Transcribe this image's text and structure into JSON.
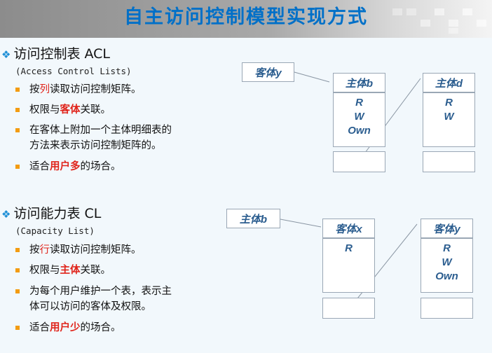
{
  "header": {
    "title": "自主访问控制模型实现方式"
  },
  "acl": {
    "title": "访问控制表 ACL",
    "subtitle": "(Access Control Lists)",
    "b1": {
      "pre": "按",
      "hl": "列",
      "post": "读取访问控制矩阵。"
    },
    "b2": {
      "pre": "权限与",
      "hl": "客体",
      "post": "关联。"
    },
    "b3": {
      "line1": "在客体上附加一个主体明细表的",
      "line2": "方法来表示访问控制矩阵的。"
    },
    "b4": {
      "pre": "适合",
      "hl": "用户多",
      "post": "的场合。"
    },
    "diagram": {
      "object": "客体y",
      "subject1": "主体b",
      "subject1_rights": [
        "R",
        "W",
        "Own"
      ],
      "subject2": "主体d",
      "subject2_rights": [
        "R",
        "W"
      ]
    }
  },
  "cl": {
    "title": "访问能力表 CL",
    "subtitle": "(Capacity List)",
    "b1": {
      "pre": "按",
      "hl": "行",
      "post": "读取访问控制矩阵。"
    },
    "b2": {
      "pre": "权限与",
      "hl": "主体",
      "post": "关联。"
    },
    "b3": {
      "line1": "为每个用户维护一个表，表示主",
      "line2": "体可以访问的客体及权限。"
    },
    "b4": {
      "pre": "适合",
      "hl": "用户少",
      "post": "的场合。"
    },
    "diagram": {
      "subject": "主体b",
      "object1": "客体x",
      "object1_rights": [
        "R"
      ],
      "object2": "客体y",
      "object2_rights": [
        "R",
        "W",
        "Own"
      ]
    }
  }
}
